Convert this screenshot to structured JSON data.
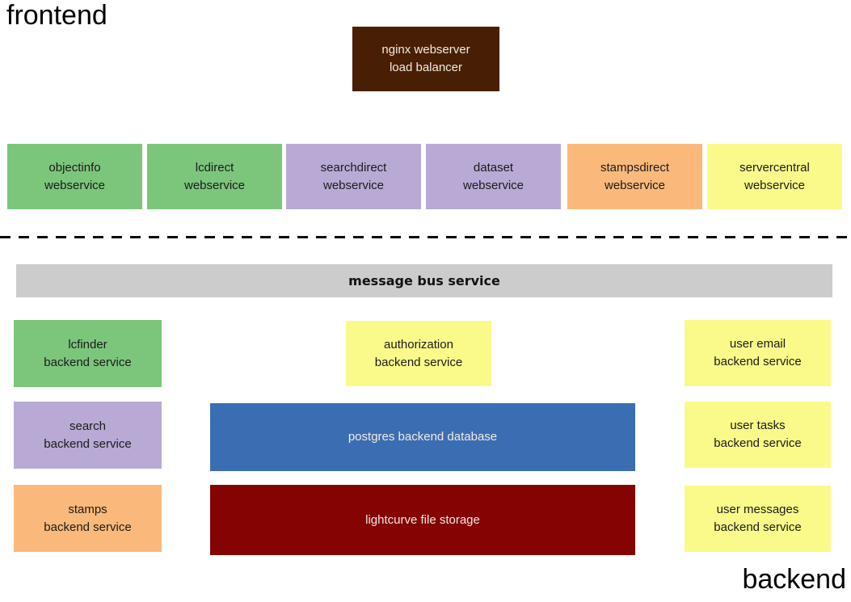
{
  "sections": {
    "frontend_label": "frontend",
    "backend_label": "backend"
  },
  "colors": {
    "brown": "#481f05",
    "green": "#7cc67c",
    "purple": "#b8aad5",
    "orange": "#fab97a",
    "yellow": "#fafa8a",
    "gray": "#cccccc",
    "blue": "#3b6db3",
    "dark_red": "#850303",
    "light_text": "#f2ebe2",
    "dark_text": "#1a1a1a"
  },
  "load_balancer": {
    "lines": [
      "nginx webserver",
      "load balancer"
    ]
  },
  "frontend_services": [
    {
      "lines": [
        "objectinfo",
        "webservice"
      ],
      "color": "green"
    },
    {
      "lines": [
        "lcdirect",
        "webservice"
      ],
      "color": "green"
    },
    {
      "lines": [
        "searchdirect",
        "webservice"
      ],
      "color": "purple"
    },
    {
      "lines": [
        "dataset",
        "webservice"
      ],
      "color": "purple"
    },
    {
      "lines": [
        "stampsdirect",
        "webservice"
      ],
      "color": "orange"
    },
    {
      "lines": [
        "servercentral",
        "webservice"
      ],
      "color": "yellow"
    }
  ],
  "message_bus": {
    "label": "message bus service"
  },
  "backend_services": {
    "left": [
      {
        "lines": [
          "lcfinder",
          "backend service"
        ],
        "color": "green"
      },
      {
        "lines": [
          "search",
          "backend service"
        ],
        "color": "purple"
      },
      {
        "lines": [
          "stamps",
          "backend service"
        ],
        "color": "orange"
      }
    ],
    "center": [
      {
        "lines": [
          "authorization",
          "backend service"
        ],
        "color": "yellow"
      },
      {
        "label": "postgres backend database",
        "color": "blue"
      },
      {
        "label": "lightcurve file storage",
        "color": "dark_red"
      }
    ],
    "right": [
      {
        "lines": [
          "user email",
          "backend service"
        ],
        "color": "yellow"
      },
      {
        "lines": [
          "user tasks",
          "backend service"
        ],
        "color": "yellow"
      },
      {
        "lines": [
          "user messages",
          "backend service"
        ],
        "color": "yellow"
      }
    ]
  }
}
